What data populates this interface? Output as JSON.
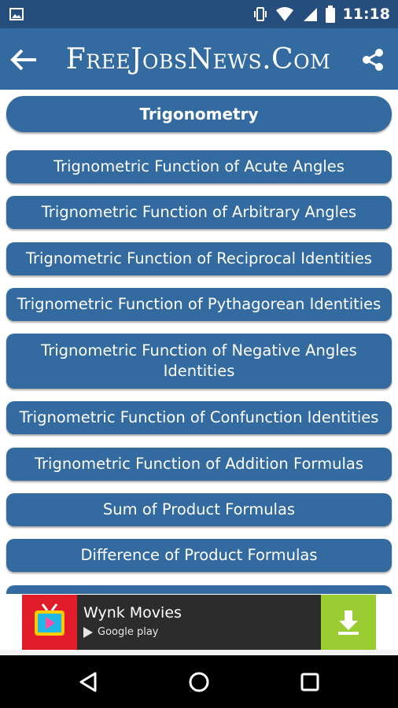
{
  "statusbar": {
    "time": "11:18"
  },
  "appbar": {
    "title": "FreeJobsNews.Com"
  },
  "header": {
    "label": "Trigonometry"
  },
  "items": [
    "Trignometric Function of Acute Angles",
    "Trignometric Function of Arbitrary Angles",
    "Trignometric Function of Reciprocal Identities",
    "Trignometric Function of Pythagorean Identities",
    "Trignometric Function of Negative Angles Identities",
    "Trignometric Function of Confunction Identities",
    "Trignometric Function of Addition Formulas",
    "Sum of Product Formulas",
    "Difference of Product Formulas"
  ],
  "ad": {
    "app_name": "Wynk Movies",
    "store_label": "Google play"
  },
  "colors": {
    "primary": "#336a9f",
    "statusbar": "#254e7d",
    "ad_download": "#9acd32"
  }
}
